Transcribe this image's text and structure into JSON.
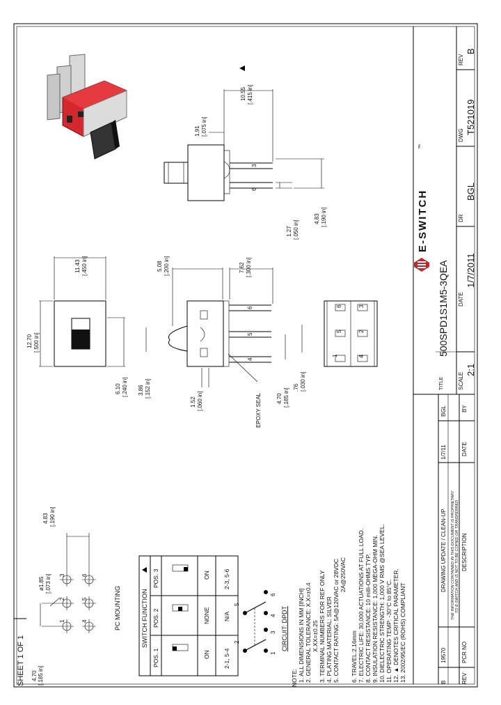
{
  "sheet_label": "SHEET 1 OF 1",
  "title_block": {
    "rev_header": "REV",
    "rev_value": "B",
    "dwg_header": "DWG",
    "dwg_value": "T521019",
    "dr_header": "DR",
    "dr_value": "BGL",
    "date_header": "DATE",
    "date_value": "1/7/2011",
    "scale_header": "SCALE",
    "scale_value": "2:1",
    "title_header": "TITLE",
    "title_value": "500SPD1S1M5-3QEA",
    "brand": "E-SWITCH",
    "trademark": "™"
  },
  "revision_block": {
    "headers": {
      "rev": "REV",
      "pcr": "PCR NO",
      "description": "DESCRIPTION",
      "date": "DATE",
      "by": "BY"
    },
    "row": {
      "rev": "B",
      "pcr": "19570",
      "description": "DRAWING UPDATE / CLEAN-UP",
      "date": "1/7/11",
      "by": "BGL"
    },
    "proprietary_line1": "THE INFORMATION CONTAINED IN THIS DOCUMENT IS PROPRIETARY",
    "proprietary_line2": "TO E-SWITCH AND IS NOT TO BE COPIED OR TRANSFERRED"
  },
  "notes": {
    "heading": "NOTE:",
    "items": [
      "1. ALL DIMENSIONS IN MM [INCH]",
      "2. GENERAL TOLERANCE: X.X=±0.4",
      "X.XX=±0.25",
      "3. TERMINAL NUMBERS FOR REF ONLY",
      "4. PLATING MATERIAL: SILVER",
      "5. CONTACT RATING: 5A@120VAC or 28VDC",
      "2A@250VAC",
      "6. TRAVEL:2.16mm",
      "7. ELECTRIC LIFE: 30,000 ACTUATIONS AT FULL LOAD.",
      "8. CONTACT RESISTANCE: 10 milli-OHMS TYP.",
      "9. INSULATION RESISTANCE: 1,000 MEGA-OHM MIN.",
      "10. DIELECTRIC STRENGTH: 1,000 V RMS @SEA LEVEL.",
      "11. OPERATING TEMP: -30°C to 85°C.",
      "12. ▲ DENOTES CRITICAL PARAMETER.",
      "13. 2002/95/EC (ROHS) COMPLIANT"
    ]
  },
  "circuit": {
    "label": "CIRCUIT: DPDT",
    "terminals": [
      "1",
      "2",
      "3",
      "4",
      "5",
      "6"
    ]
  },
  "switch_function_table": {
    "title": "SWITCH FUNCTION",
    "headers": [
      "POS. 1",
      "POS. 2",
      "POS. 3"
    ],
    "states": [
      "ON",
      "NONE",
      "ON"
    ],
    "connections": [
      "2-1, 5-4",
      "N/A",
      "2-3, 5-6"
    ]
  },
  "pc_mounting": {
    "label": "PC MOUNTING",
    "hole_labels": [
      "1",
      "2",
      "3",
      "4",
      "5",
      "6"
    ],
    "dim_pitch_mm": "4.70",
    "dim_pitch_in": "[.185 in]",
    "dim_row_mm": "4.83",
    "dim_row_in": "[.190 in]",
    "dim_hole_mm": "ø1.85",
    "dim_hole_in": "[.073 in]"
  },
  "top_view": {
    "dim_a_mm": "12.70",
    "dim_a_in": "[.500 in]",
    "dim_b_mm": "11.43",
    "dim_b_in": "[.450 in]",
    "dim_c_mm": "6.10",
    "dim_c_in": "[.240 in]"
  },
  "side_view": {
    "pin_labels": [
      "4",
      "5",
      "6"
    ],
    "epoxy_seal": "EPOXY SEAL",
    "dim_travel_mm": "3.86",
    "dim_travel_in": "[.152 in]",
    "dim_body_mm": "5.08",
    "dim_body_in": "[.200 in]",
    "dim_pin_mm": "7.62",
    "dim_pin_in": "[.300 in]",
    "dim_pinw_mm": "1.52",
    "dim_pinw_in": "[.060 in]",
    "dim_pitch_mm": "4.70",
    "dim_pitch_in": "[.185 in]",
    "dim_thk_mm": ".76",
    "dim_thk_in": "[.030 in]"
  },
  "end_view": {
    "pin_labels": [
      "3",
      "6"
    ],
    "dim_a_mm": "1.91",
    "dim_a_in": "[.075 in]",
    "dim_b_mm": "10.55",
    "dim_b_in": "[.415 in]",
    "dim_c_mm": "1.27",
    "dim_c_in": "[.050 in]",
    "dim_d_mm": "4.83",
    "dim_d_in": "[.190 in]"
  },
  "bottom_view": {
    "pin_labels": [
      "1",
      "2",
      "3",
      "4",
      "5",
      "6"
    ]
  }
}
